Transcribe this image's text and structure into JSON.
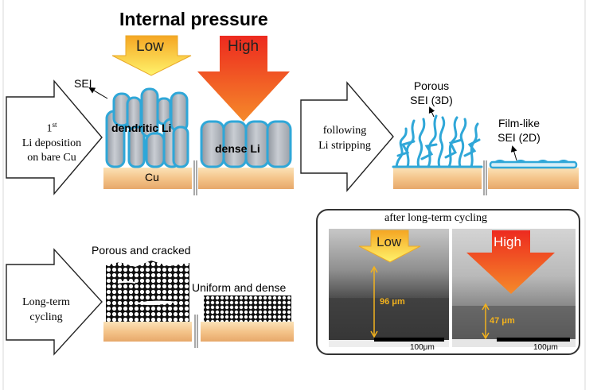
{
  "title": "Internal pressure",
  "pressure": {
    "low": "Low",
    "high": "High"
  },
  "labels": {
    "sei": "SEI",
    "dendritic_li": "dendritic Li",
    "dense_li": "dense Li",
    "cu": "Cu",
    "porous_sei_line1": "Porous",
    "porous_sei_line2": "SEI (3D)",
    "filmlike_sei_line1": "Film-like",
    "filmlike_sei_line2": "SEI (2D)",
    "porous_cracked": "Porous and cracked",
    "uniform_dense": "Uniform and dense"
  },
  "steps": {
    "first_deposition": {
      "sup": "st",
      "num": "1",
      "line2": "Li deposition",
      "line3": "on bare Cu"
    },
    "stripping": {
      "line1": "following",
      "line2": "Li stripping"
    },
    "cycling": {
      "line1": "Long-term",
      "line2": "cycling"
    }
  },
  "sem_panel": {
    "title": "after long-term cycling",
    "low": {
      "label": "Low",
      "thickness": "96 μm",
      "scale": "100μm"
    },
    "high": {
      "label": "High",
      "thickness": "47 μm",
      "scale": "100μm"
    }
  },
  "colors": {
    "low_arrow_top": "#f7b733",
    "low_arrow_bottom": "#fff06a",
    "high_arrow_top": "#ef3b24",
    "high_arrow_bottom": "#f58a2a",
    "copper": "#f4c890",
    "li_metal": "#aeb3bb",
    "sei": "#2fa7d8",
    "thickness_marker": "#f2b21e"
  }
}
